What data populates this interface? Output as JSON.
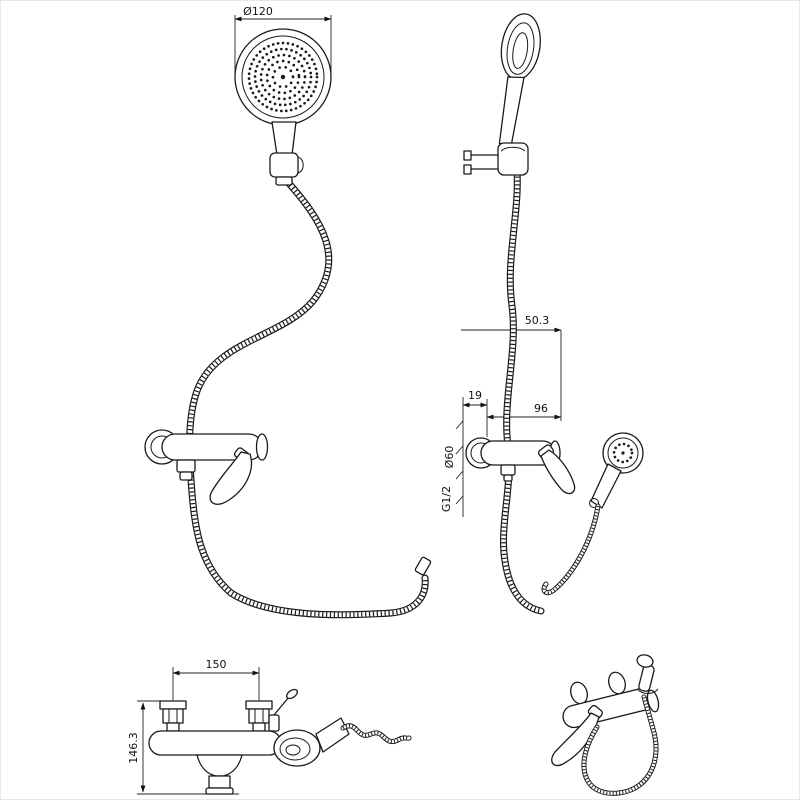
{
  "drawing": {
    "ink_color": "#1a1a1a",
    "background_color": "#ffffff",
    "labels": {
      "head_diameter": "Ø120",
      "rail_offset": "50.3",
      "wall_gap": "19",
      "body_length": "96",
      "escutcheon_diameter": "Ø60",
      "thread": "G1/2",
      "hole_distance": "150",
      "height": "146.3"
    }
  }
}
